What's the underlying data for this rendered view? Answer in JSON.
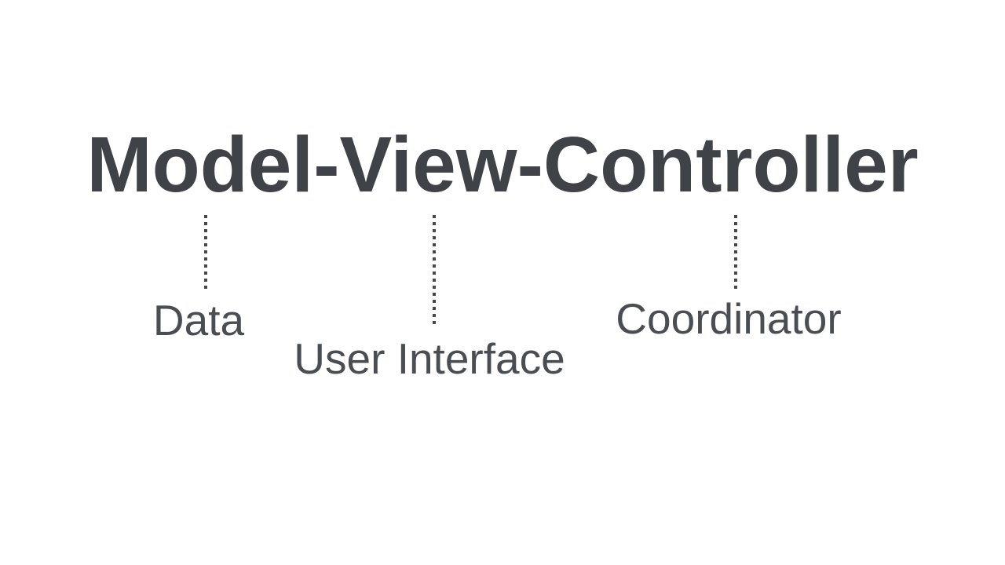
{
  "title": "Model-View-Controller",
  "annotations": [
    {
      "term": "Model",
      "label": "Data"
    },
    {
      "term": "View",
      "label": "User Interface"
    },
    {
      "term": "Controller",
      "label": "Coordinator"
    }
  ],
  "colors": {
    "background": "#ffffff",
    "title_text": "#3f4347",
    "label_text": "#4a4e53",
    "connector": "#44484c"
  }
}
